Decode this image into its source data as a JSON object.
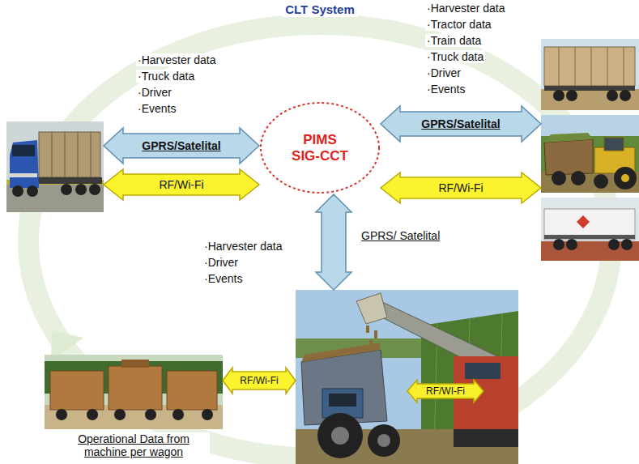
{
  "diagram": {
    "title": "CLT System",
    "nodes": [
      {
        "text": [
          "PIMS SIG-CCT"
        ]
      },
      {
        "text": [
          "·Harvester data",
          "·Truck data",
          "·Driver",
          "·Events"
        ]
      },
      {
        "text": [
          "·Harvester data",
          "·Tractor data",
          "·Train data",
          "·Truck data",
          "·Driver",
          "·Events"
        ]
      },
      {
        "text": [
          "·Harvester data",
          "·Driver",
          "·Events"
        ]
      },
      {
        "text": [
          "Operational Data from machine per wagon"
        ]
      }
    ],
    "edges": [
      {
        "from": 0,
        "to": 1,
        "arrow": "both",
        "label": "GPRS/Satelital"
      },
      {
        "from": 0,
        "to": 1,
        "arrow": "both",
        "label": "RF/Wi-Fi"
      },
      {
        "from": 0,
        "to": 2,
        "arrow": "both",
        "label": "GPRS/Satelital"
      },
      {
        "from": 0,
        "to": 2,
        "arrow": "both",
        "label": "RF/Wi-Fi"
      },
      {
        "from": 0,
        "to": 3,
        "arrow": "both",
        "label": "GPRS/ Satelital"
      },
      {
        "from": 4,
        "to": 3,
        "arrow": "both",
        "label": "RF/Wi-Fi"
      }
    ],
    "labels": [
      "RF/WI-Fi"
    ]
  }
}
